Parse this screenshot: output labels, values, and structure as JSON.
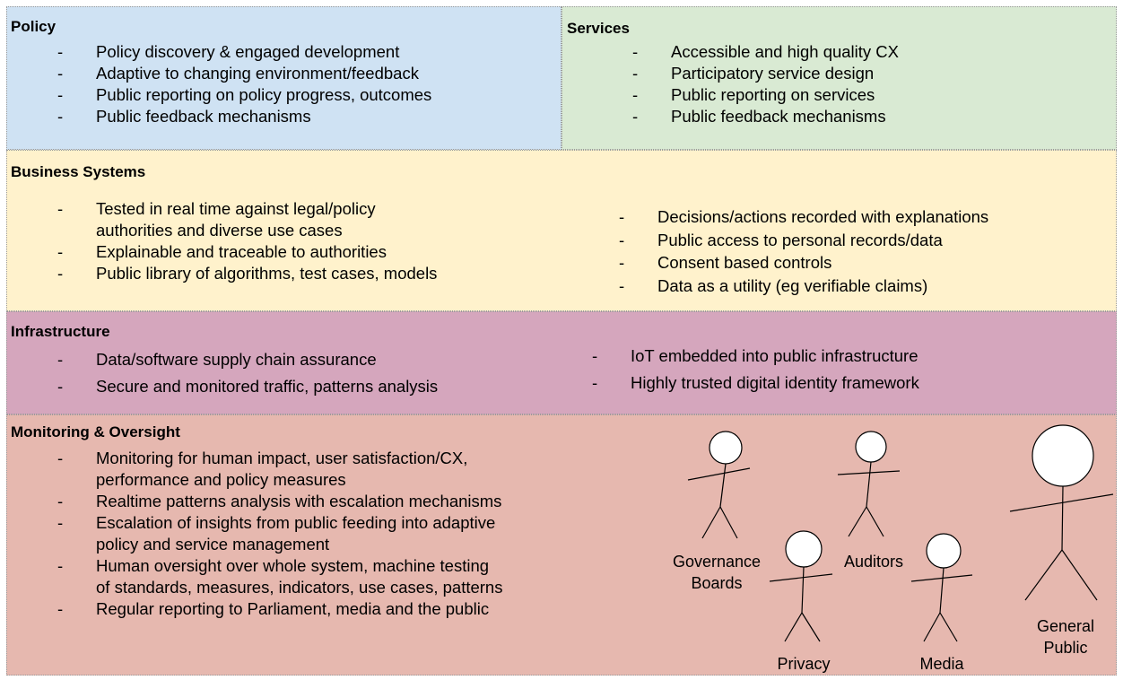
{
  "colors": {
    "policy": "#cfe2f3",
    "services": "#d9ead3",
    "business": "#fff2cc",
    "infrastructure": "#d5a6bd",
    "monitoring": "#e6b8af"
  },
  "policy": {
    "title": "Policy",
    "items": [
      "Policy discovery & engaged development",
      "Adaptive to changing environment/feedback",
      "Public reporting on policy progress, outcomes",
      "Public feedback mechanisms"
    ]
  },
  "services": {
    "title": "Services",
    "items": [
      "Accessible and high quality CX",
      "Participatory service design",
      "Public reporting on services",
      "Public feedback mechanisms"
    ]
  },
  "business": {
    "title": "Business Systems",
    "left_items": [
      "Tested in real time against legal/policy\nauthorities and diverse use cases",
      "Explainable and traceable to authorities",
      "Public library of algorithms, test cases, models"
    ],
    "right_items": [
      "Decisions/actions recorded with explanations",
      "Public access to personal records/data",
      "Consent based controls",
      "Data as a utility (eg verifiable claims)"
    ]
  },
  "infrastructure": {
    "title": "Infrastructure",
    "left_items": [
      "Data/software supply chain assurance",
      "Secure and monitored traffic, patterns analysis"
    ],
    "right_items": [
      "IoT embedded into public infrastructure",
      "Highly trusted digital identity framework"
    ]
  },
  "monitoring": {
    "title": "Monitoring & Oversight",
    "items": [
      "Monitoring for human impact, user satisfaction/CX,\nperformance and policy measures",
      "Realtime patterns analysis with escalation mechanisms",
      "Escalation of insights from public feeding into adaptive\npolicy and service management",
      "Human oversight over whole system, machine testing\nof standards, measures, indicators, use cases, patterns",
      "Regular reporting to Parliament, media and the public"
    ],
    "stakeholders": {
      "governance": "Governance\nBoards",
      "auditors": "Auditors",
      "privacy": "Privacy",
      "media": "Media",
      "public": "General\nPublic"
    }
  }
}
